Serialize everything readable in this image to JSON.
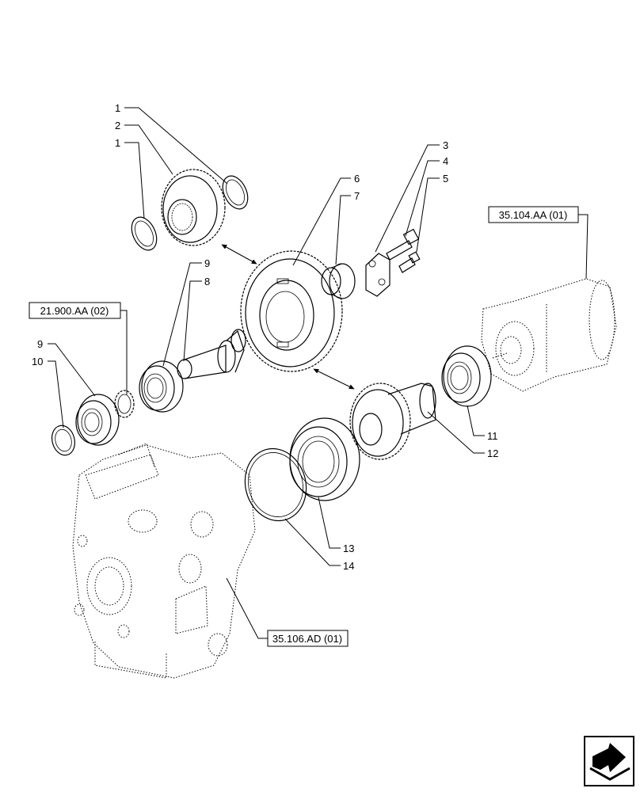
{
  "callouts": [
    "1",
    "2",
    "1",
    "3",
    "4",
    "5",
    "6",
    "7",
    "9",
    "8",
    "9",
    "10",
    "11",
    "12",
    "13",
    "14"
  ],
  "references": [
    "35.104.AA (01)",
    "21.900.AA (02)",
    "35.106.AD (01)"
  ],
  "nav_icon": "next-page-arrow-icon"
}
